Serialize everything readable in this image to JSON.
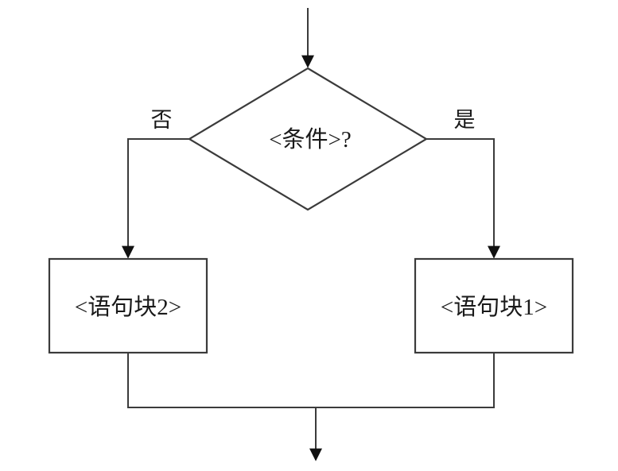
{
  "diagram": {
    "kind": "if-else-branch-flowchart",
    "colors": {
      "background": "#ffffff",
      "line": "#3b3b3b",
      "arrowhead": "#111111",
      "text": "#1a1a1a"
    },
    "nodes": {
      "decision": {
        "shape": "diamond",
        "label": "<条件>?"
      },
      "block2": {
        "shape": "rectangle",
        "label": "<语句块2>"
      },
      "block1": {
        "shape": "rectangle",
        "label": "<语句块1>"
      }
    },
    "edges": [
      {
        "from": "entry",
        "to": "decision",
        "label": ""
      },
      {
        "from": "decision",
        "to": "block2",
        "label": "否"
      },
      {
        "from": "decision",
        "to": "block1",
        "label": "是"
      },
      {
        "from": "block2",
        "to": "merge",
        "label": ""
      },
      {
        "from": "block1",
        "to": "merge",
        "label": ""
      },
      {
        "from": "merge",
        "to": "exit",
        "label": ""
      }
    ]
  }
}
